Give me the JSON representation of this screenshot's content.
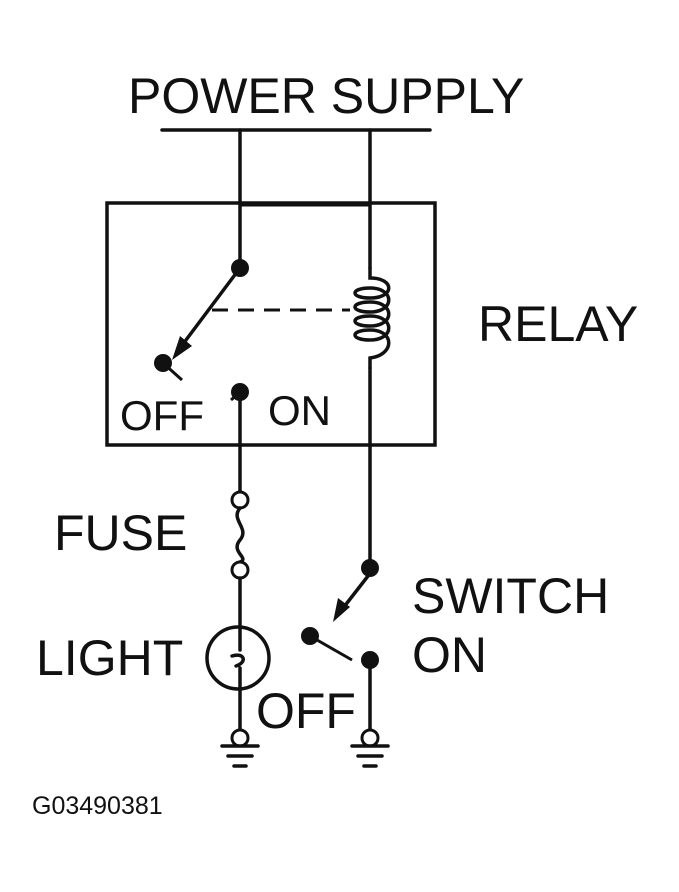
{
  "labels": {
    "power_supply": "POWER SUPPLY",
    "relay": "RELAY",
    "relay_off": "OFF",
    "relay_on": "ON",
    "fuse": "FUSE",
    "light": "LIGHT",
    "switch": "SWITCH",
    "switch_on": "ON",
    "switch_off": "OFF",
    "figure_code": "G03490381"
  }
}
